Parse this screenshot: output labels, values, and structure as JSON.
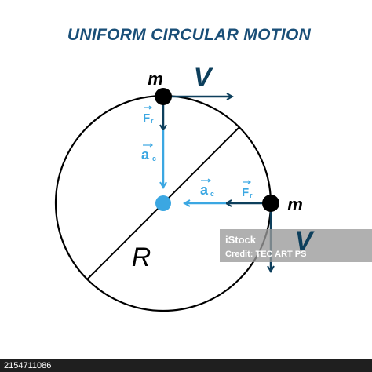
{
  "title": "UNIFORM CIRCULAR MOTION",
  "colors": {
    "title": "#1a4f78",
    "dark": "#0d3f5c",
    "accent": "#3ba7e2",
    "outline": "#000000",
    "footer_bg": "#1f1f1f",
    "watermark_bg": "#9a9a9a"
  },
  "labels": {
    "mass_top": "m",
    "mass_right": "m",
    "velocity_top": "V",
    "velocity_right": "V",
    "radius": "R",
    "force_top_main": "F",
    "force_top_sub": "r",
    "accel_top_main": "a",
    "accel_top_sub": "c",
    "force_right_main": "F",
    "force_right_sub": "r",
    "accel_right_main": "a",
    "accel_right_sub": "c"
  },
  "watermark": {
    "line1": "iStock",
    "line2": "Credit: TEC ART PS"
  },
  "footer": {
    "image_id": "2154711086"
  }
}
